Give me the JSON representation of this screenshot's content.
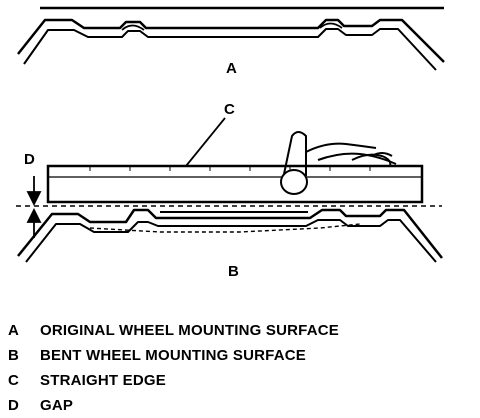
{
  "panels": {
    "a": {
      "label": "A"
    },
    "b": {
      "label": "B"
    }
  },
  "callouts": {
    "c": "C",
    "d": "D"
  },
  "legend": {
    "items": [
      {
        "key": "A",
        "text": "ORIGINAL WHEEL MOUNTING SURFACE"
      },
      {
        "key": "B",
        "text": "BENT WHEEL MOUNTING SURFACE"
      },
      {
        "key": "C",
        "text": "STRAIGHT EDGE"
      },
      {
        "key": "D",
        "text": "GAP"
      }
    ]
  }
}
